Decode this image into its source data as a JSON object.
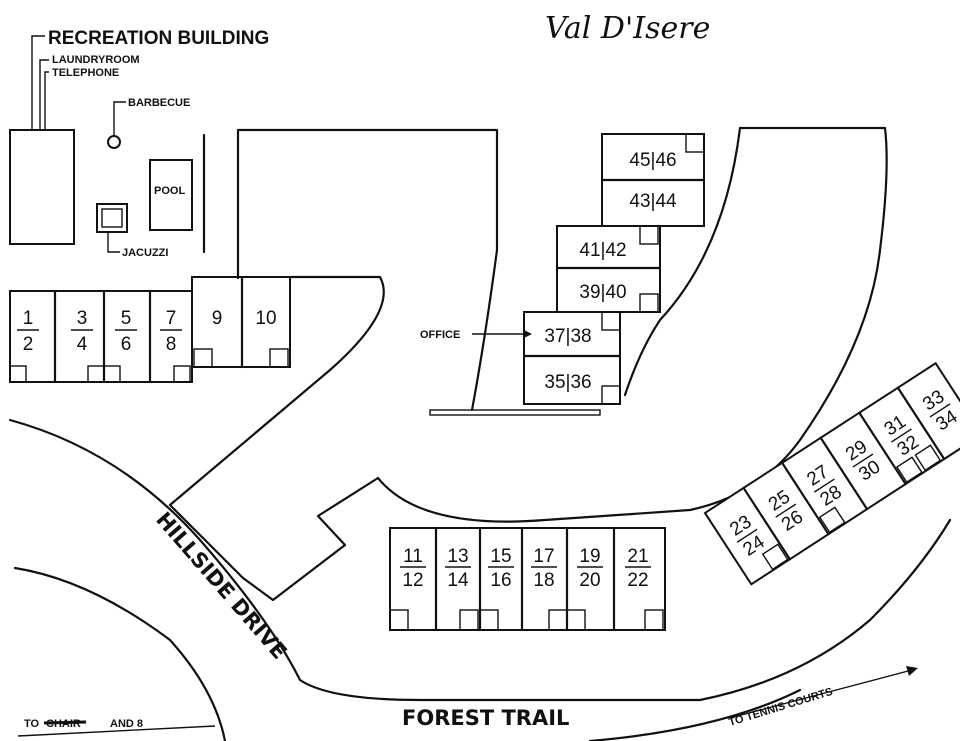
{
  "title": "Val D'Isere",
  "amenities": {
    "recreation_building": "RECREATION BUILDING",
    "laundry_room": "LAUNDRYROOM",
    "telephone": "TELEPHONE",
    "barbecue": "BARBECUE",
    "pool": "POOL",
    "jacuzzi": "JACUZZI",
    "office": "OFFICE"
  },
  "roads": {
    "hillside_drive": "HILLSIDE DRIVE",
    "forest_trail": "FOREST TRAIL",
    "to_tennis_courts": "TO TENNIS COURTS",
    "to_chair_prefix": "TO",
    "to_chair_struck": "CHAIR",
    "to_chair_suffix": "AND 8"
  },
  "units": {
    "top_row": [
      {
        "top": "1",
        "bottom": "2"
      },
      {
        "top": "3",
        "bottom": "4"
      },
      {
        "top": "5",
        "bottom": "6"
      },
      {
        "top": "7",
        "bottom": "8"
      },
      {
        "top": "9",
        "bottom": ""
      },
      {
        "top": "10",
        "bottom": ""
      }
    ],
    "bottom_row": [
      {
        "top": "11",
        "bottom": "12"
      },
      {
        "top": "13",
        "bottom": "14"
      },
      {
        "top": "15",
        "bottom": "16"
      },
      {
        "top": "17",
        "bottom": "18"
      },
      {
        "top": "19",
        "bottom": "20"
      },
      {
        "top": "21",
        "bottom": "22"
      }
    ],
    "diagonal_row": [
      {
        "top": "23",
        "bottom": "24"
      },
      {
        "top": "25",
        "bottom": "26"
      },
      {
        "top": "27",
        "bottom": "28"
      },
      {
        "top": "29",
        "bottom": "30"
      },
      {
        "top": "31",
        "bottom": "32"
      },
      {
        "top": "33",
        "bottom": "34"
      }
    ],
    "stacked": [
      {
        "label": "45|46"
      },
      {
        "label": "43|44"
      },
      {
        "label": "41|42"
      },
      {
        "label": "39|40"
      },
      {
        "label": "37|38"
      },
      {
        "label": "35|36"
      }
    ]
  }
}
